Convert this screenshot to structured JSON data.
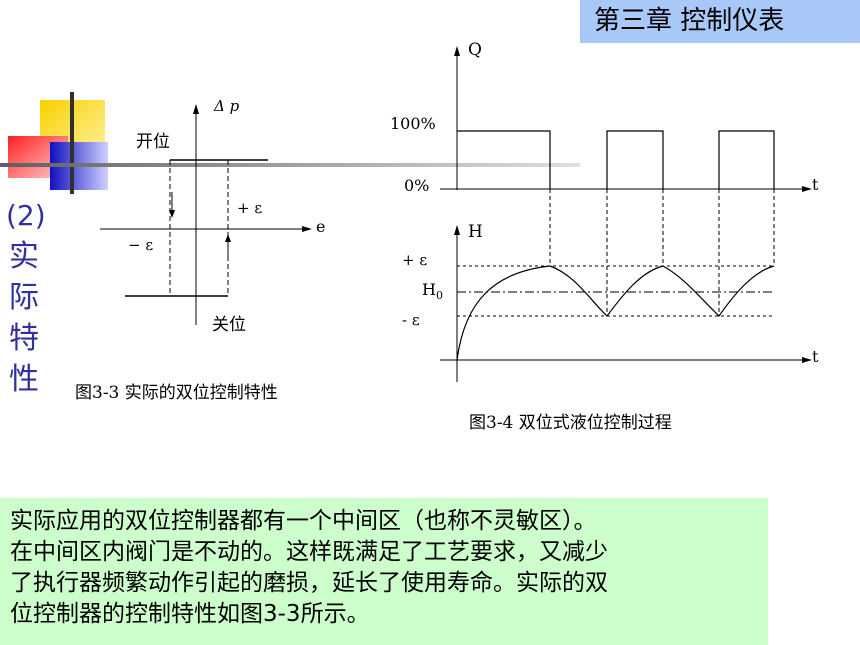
{
  "chapter_title": "第三章   控制仪表",
  "section_label": {
    "number": "(2)",
    "chars": [
      "实",
      "际",
      "特",
      "性"
    ]
  },
  "fig33": {
    "y_axis": "Δ p",
    "x_axis": "e",
    "on_label": "开位",
    "off_label": "关位",
    "plus_eps": "+ ε",
    "minus_eps": "− ε",
    "caption": "图3-3  实际的双位控制特性"
  },
  "fig34": {
    "top_y_axis": "Q",
    "top_x_axis": "t",
    "label_100": "100%",
    "label_0": "0%",
    "bottom_y_axis": "H",
    "bottom_x_axis": "t",
    "label_plus_eps": "+ ε",
    "label_h0": "H",
    "label_h0_sub": "0",
    "label_minus_eps": "- ε",
    "caption": "图3-4  双位式液位控制过程"
  },
  "paragraph": [
    "实际应用的双位控制器都有一个中间区（也称不灵敏区）。",
    "在中间区内阀门是不动的。这样既满足了工艺要求，又减少",
    "了执行器频繁动作引起的磨损，延长了使用寿命。实际的双",
    "位控制器的控制特性如图3-3所示。"
  ]
}
